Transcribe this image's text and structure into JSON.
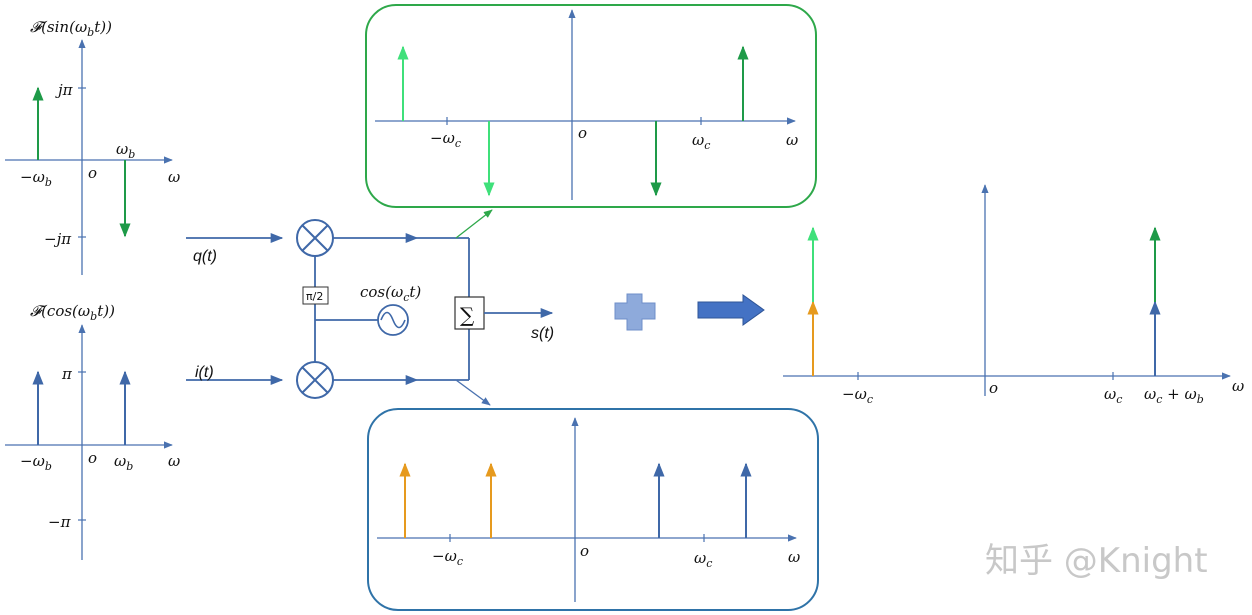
{
  "colors": {
    "axis": "#4a72b0",
    "green_dark": "#1e9a48",
    "green_light": "#3fe07a",
    "orange": "#e69a1e",
    "blue_line": "#3f68a8",
    "box_green": "#2ea84a",
    "box_blue": "#2f73a8",
    "cross_fill": "#8eaadb",
    "arrow_fill": "#4472c4"
  },
  "sin_plot": {
    "title_prefix": "𝓕",
    "title_body": "(sin(ω",
    "title_sub": "b",
    "title_end": "t))",
    "y_pos_label": "jπ",
    "y_neg_label": "−jπ",
    "neg_freq": "−ω",
    "neg_freq_sub": "b",
    "pos_freq": "ω",
    "pos_freq_sub": "b",
    "origin": "o",
    "axis_label": "ω"
  },
  "cos_plot": {
    "title_prefix": "𝓕",
    "title_body": "(cos(ω",
    "title_sub": "b",
    "title_end": "t))",
    "y_pos_label": "π",
    "y_neg_label": "−π",
    "neg_freq": "−ω",
    "neg_freq_sub": "b",
    "pos_freq": "ω",
    "pos_freq_sub": "b",
    "origin": "o",
    "axis_label": "ω"
  },
  "block_diagram": {
    "q_label": "q(t)",
    "i_label": "i(t)",
    "phase_label": "π/2",
    "osc_label_body": "cos(ω",
    "osc_label_sub": "c",
    "osc_label_end": "t)",
    "sum_symbol": "∑",
    "out_label": "s(t)"
  },
  "top_box": {
    "neg": "−ω",
    "neg_sub": "c",
    "origin": "o",
    "pos": "ω",
    "pos_sub": "c",
    "axis_label": "ω"
  },
  "bottom_box": {
    "neg": "−ω",
    "neg_sub": "c",
    "origin": "o",
    "pos": "ω",
    "pos_sub": "c",
    "axis_label": "ω"
  },
  "result_plot": {
    "neg": "−ω",
    "neg_sub": "c",
    "origin": "o",
    "pos": "ω",
    "pos_sub": "c",
    "sum_a": "ω",
    "sum_a_sub": "c",
    "sum_plus": " + ω",
    "sum_b_sub": "b",
    "axis_label": "ω"
  },
  "watermark": "知乎 @Knight"
}
